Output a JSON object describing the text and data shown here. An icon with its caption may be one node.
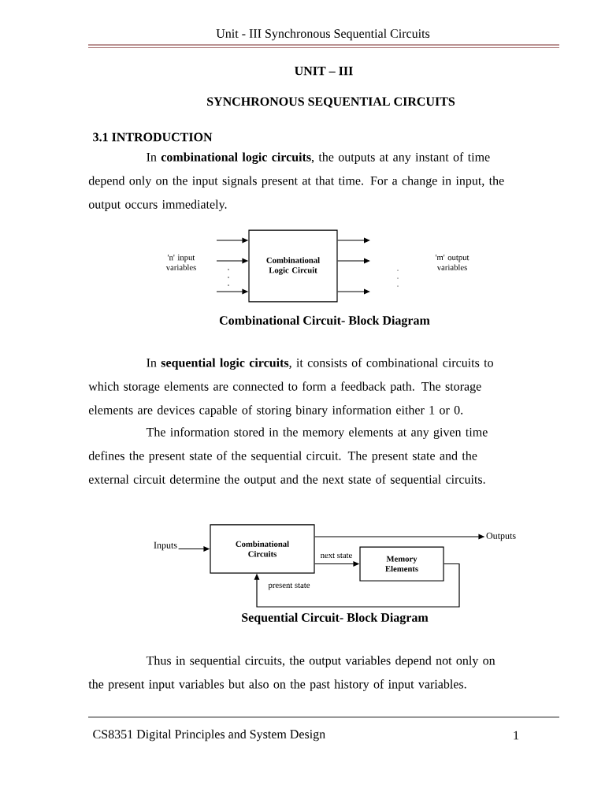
{
  "diagram": {
    "title": "SYNCHRONOUS SEQUENTIAL CIRCUITS",
    "nodes": [
      {
        "text": [
          "Combinational Logic Circuit"
        ]
      },
      {
        "text": [
          "Inputs"
        ]
      },
      {
        "text": [
          "Combinational Circuits"
        ]
      },
      {
        "text": [
          "Outputs"
        ]
      },
      {
        "text": [
          "Memory Elements"
        ]
      }
    ],
    "edges": [
      {
        "from": null,
        "to": 0,
        "arrow": "to"
      },
      {
        "from": null,
        "to": 0,
        "arrow": "to"
      },
      {
        "from": null,
        "to": 0,
        "arrow": "to"
      },
      {
        "from": 0,
        "to": null,
        "arrow": "to"
      },
      {
        "from": 0,
        "to": null,
        "arrow": "to"
      },
      {
        "from": 0,
        "to": null,
        "arrow": "to"
      },
      {
        "from": 1,
        "to": 2,
        "arrow": "to"
      },
      {
        "from": 2,
        "to": 3,
        "arrow": "to"
      },
      {
        "from": 2,
        "to": 4,
        "arrow": "to",
        "label": "next state"
      },
      {
        "from": 4,
        "to": 2,
        "arrow": "to",
        "label": "present state"
      }
    ],
    "labels": [
      "Unit - III Synchronous Sequential Circuits",
      "UNIT – III",
      "3.1 INTRODUCTION",
      "In **combinational logic circuits**, the outputs at any instant of time depend only on the input signals present at that time. For a change in input, the output occurs immediately.",
      "'n' input variables",
      "'m' output variables",
      "Combinational Circuit- Block Diagram",
      "In **sequential logic circuits**, it consists of combinational circuits to which storage elements are connected to form a feedback path. The storage elements are devices capable of storing binary information either 1 or 0.",
      "The information stored in the memory elements at any given time defines the present state of the sequential circuit. The present state and the external circuit determine the output and the next state of sequential circuits.",
      "Sequential Circuit- Block Diagram",
      "Thus in sequential circuits, the output variables depend not only on the present input variables but also on the past history of input variables.",
      "CS8351 Digital Principles and System Design",
      "1"
    ]
  }
}
